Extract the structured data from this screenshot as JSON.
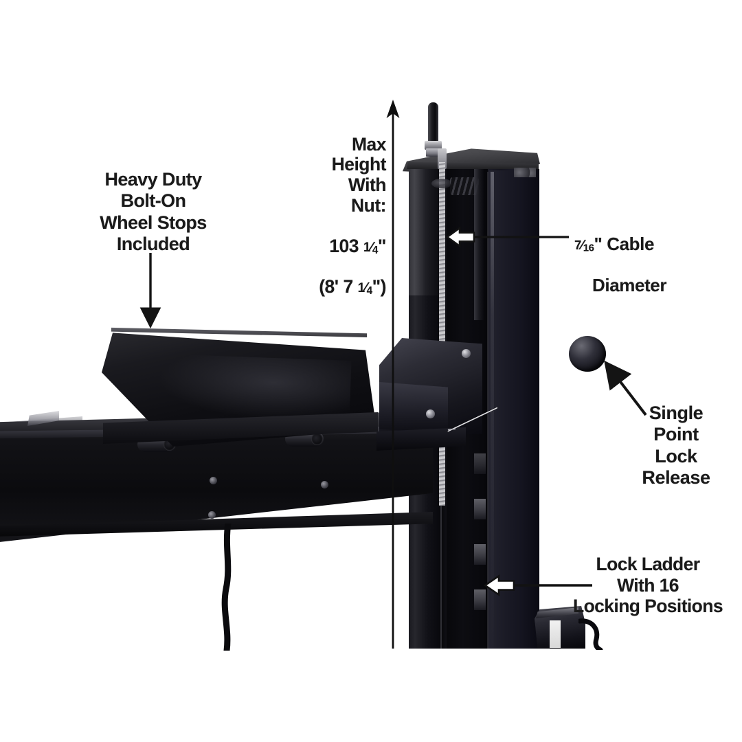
{
  "image": {
    "subject": "4-post car lift column and runway with feature callouts",
    "background_color": "#ffffff",
    "ink_color": "#1a1a1a"
  },
  "callouts": [
    {
      "id": "wheel-stops",
      "lines": [
        "Heavy Duty",
        "Bolt-On",
        "Wheel Stops",
        "Included"
      ],
      "text": "Heavy Duty\nBolt-On\nWheel Stops\nIncluded",
      "align": "center",
      "arrow": "solid-down"
    },
    {
      "id": "max-height",
      "lines": [
        "Max",
        "Height",
        "With",
        "Nut:",
        "103 1/4\"",
        "(8' 7 1/4\")"
      ],
      "text_head": "Max\nHeight\nWith\nNut:",
      "value_inches": "103",
      "value_fraction_num": "1",
      "value_fraction_den": "4",
      "value_unit": "\"",
      "value_feet_open": "(8' 7",
      "value_feet_fraction_num": "1",
      "value_feet_fraction_den": "4",
      "value_feet_close": "\")",
      "align": "right",
      "arrow": "dimension-up"
    },
    {
      "id": "cable-diameter",
      "fraction_num": "7",
      "fraction_den": "16",
      "text_after_fraction": "\" Cable",
      "line_two": "Diameter",
      "align": "left",
      "arrow": "outline-left"
    },
    {
      "id": "lock-release",
      "lines": [
        "Single",
        "Point",
        "Lock",
        "Release"
      ],
      "text": "Single\nPoint\nLock\nRelease",
      "align": "center",
      "arrow": "solid-diagonal-up-left"
    },
    {
      "id": "lock-ladder",
      "lines": [
        "Lock Ladder",
        "With 16",
        "Locking Positions"
      ],
      "text": "Lock Ladder\nWith 16\nLocking Positions",
      "align": "center",
      "arrow": "outline-left-with-leader"
    }
  ],
  "product_parts": {
    "column": "lift-column-post",
    "cap": "column-cap-plate",
    "rod": "threaded-rod-with-nut",
    "cable": "lift-cable",
    "runway": "drive-on-runway",
    "wheel_stop": "bolt-on-wheel-stop",
    "handle": "single-point-lock-release-handle",
    "knob": "lock-release-ball-knob",
    "carriage": "runway-carriage-block",
    "ladder": "lock-ladder",
    "hose": "hydraulic-hose",
    "base": "base-bracket"
  }
}
